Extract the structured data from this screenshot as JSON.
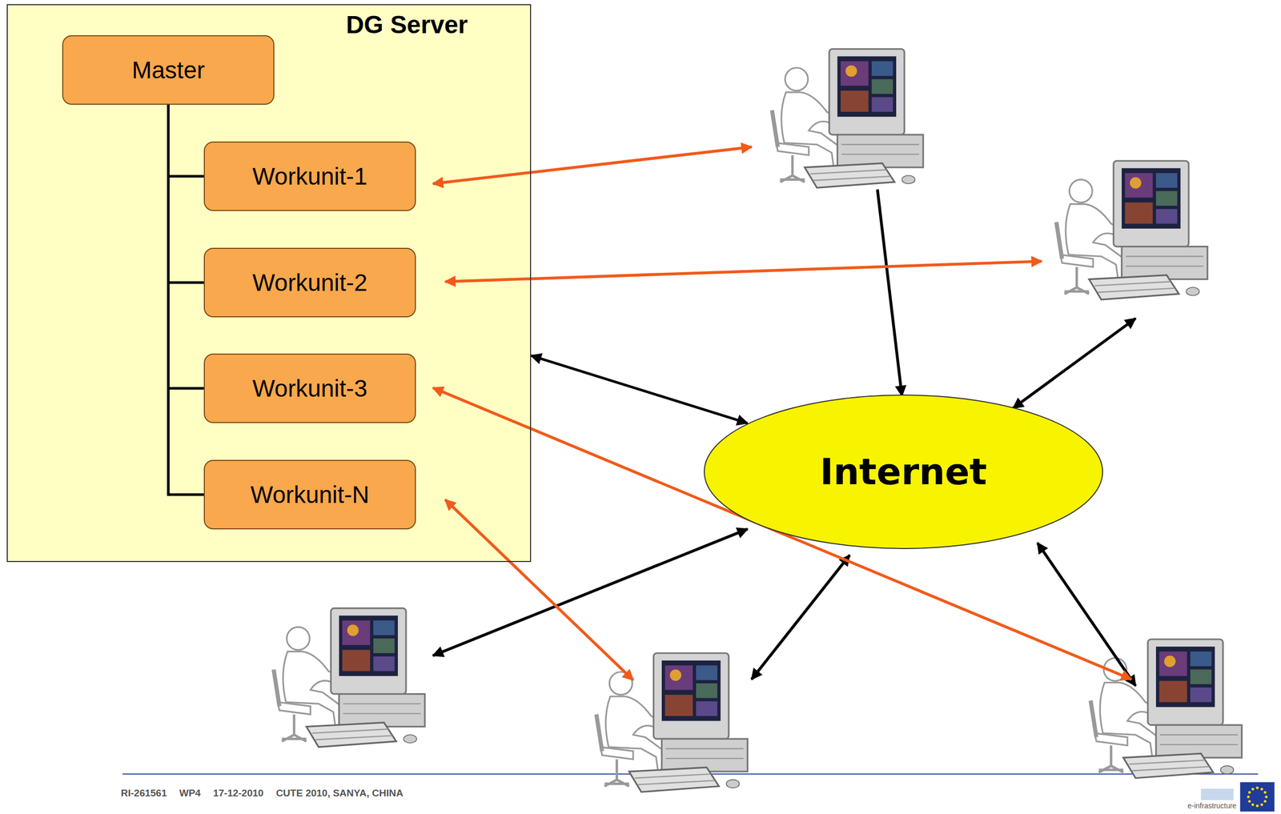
{
  "diagram": {
    "nodes": [
      {
        "text": [
          "DG Server"
        ]
      },
      {
        "text": [
          "Master"
        ],
        "in": 0
      },
      {
        "text": [
          "Workunit-1"
        ],
        "in": 0
      },
      {
        "text": [
          "Workunit-2"
        ],
        "in": 0
      },
      {
        "text": [
          "Workunit-3"
        ],
        "in": 0
      },
      {
        "text": [
          "Workunit-N"
        ],
        "in": 0
      },
      {
        "text": [
          "Internet"
        ]
      }
    ],
    "edges": [
      {
        "from": 1,
        "to": 2,
        "arrow": "none"
      },
      {
        "from": 1,
        "to": 3,
        "arrow": "none"
      },
      {
        "from": 1,
        "to": 4,
        "arrow": "none"
      },
      {
        "from": 1,
        "to": 5,
        "arrow": "none"
      },
      {
        "from": 0,
        "to": 6,
        "arrow": "both"
      }
    ],
    "labels": [
      "RI-261561",
      "WP4",
      "17-12-2010",
      "CUTE 2010, SANYA, CHINA",
      "e-infrastructure"
    ]
  }
}
